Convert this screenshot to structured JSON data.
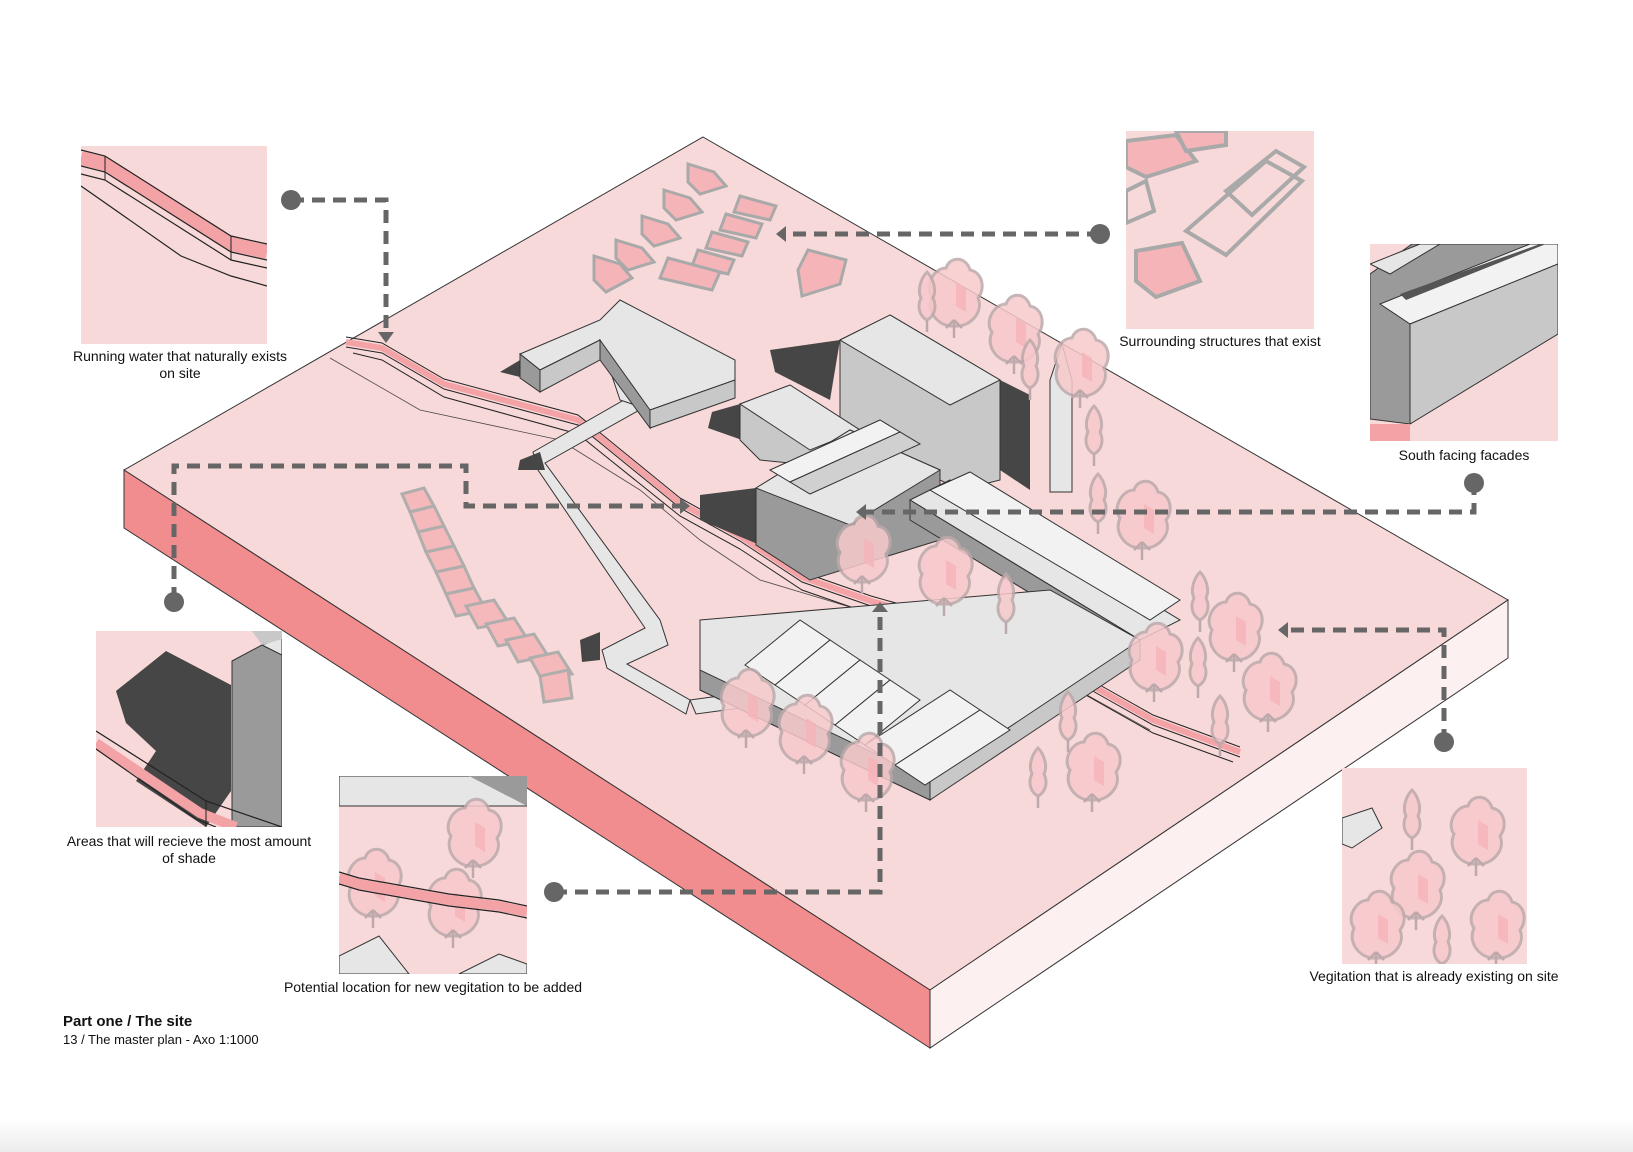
{
  "callouts": [
    {
      "id": "running-water",
      "caption": "Running water that naturally exists on site"
    },
    {
      "id": "shade-areas",
      "caption": "Areas that will recieve the most amount of shade"
    },
    {
      "id": "new-vegetation",
      "caption": "Potential location for new vegitation to be added"
    },
    {
      "id": "surrounding-structures",
      "caption": "Surrounding structures that exist"
    },
    {
      "id": "south-facades",
      "caption": "South facing facades"
    },
    {
      "id": "existing-vegetation",
      "caption": "Vegitation that is already existing on site"
    }
  ],
  "footer": {
    "title": "Part one / The site",
    "subtitle": "13 / The master plan - Axo 1:1000"
  },
  "colors": {
    "site_top": "#f8d9da",
    "site_side_front": "#f28d8f",
    "site_side_right": "#fdf0f0",
    "building_light": "#e6e6e6",
    "building_mid": "#c8c8c8",
    "building_dark": "#9a9a9a",
    "shadow": "#464646",
    "leader": "#666666",
    "tree_fill": "#f7c9cc",
    "tree_stroke": "#b9a4a6"
  }
}
